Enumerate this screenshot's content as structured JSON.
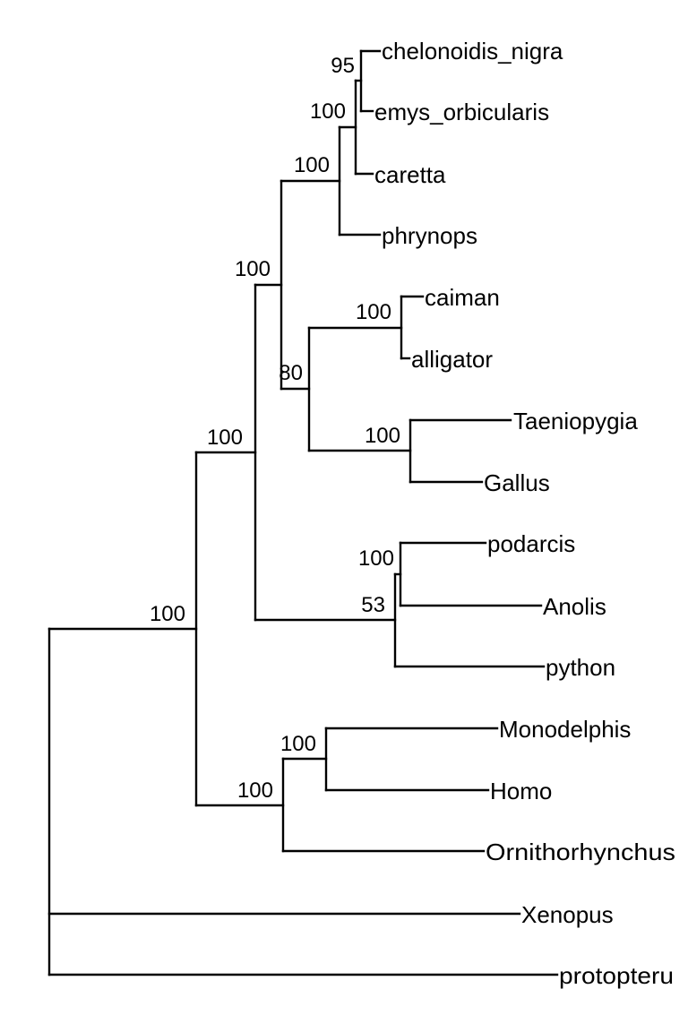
{
  "tree": {
    "colors": {
      "line": "#000000",
      "text": "#000000",
      "background": "#ffffff"
    },
    "tips": [
      "chelonoidis_nigra",
      "emys_orbicularis",
      "caretta",
      "phrynops",
      "caiman",
      "alligator",
      "Taeniopygia",
      "Gallus",
      "podarcis",
      "Anolis",
      "python",
      "Monodelphis",
      "Homo",
      "Ornithorhynchus",
      "Xenopus",
      "protopteru"
    ],
    "supports": [
      "95",
      "100",
      "100",
      "100",
      "100",
      "80",
      "100",
      "100",
      "53",
      "100",
      "100",
      "100",
      "100"
    ]
  }
}
